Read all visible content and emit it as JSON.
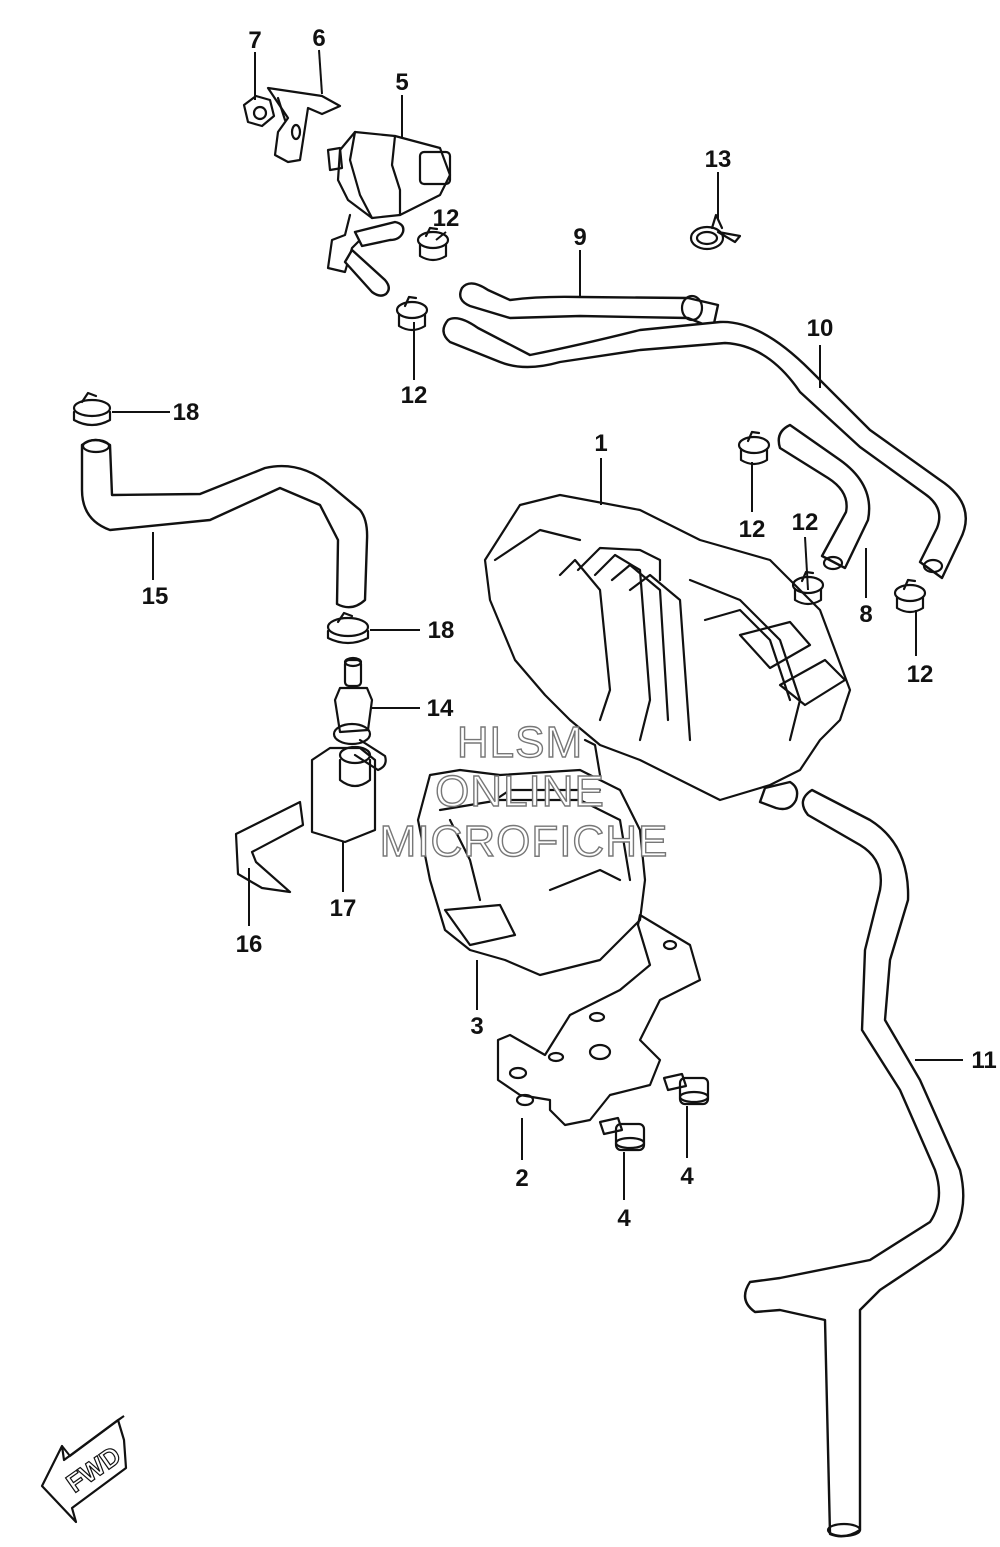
{
  "watermark": {
    "line1": "HLSM",
    "line2": "ONLINE",
    "line3": "MICROFICHE"
  },
  "fwd_label": "FWD",
  "callouts": {
    "c1": "1",
    "c2": "2",
    "c3": "3",
    "c4a": "4",
    "c4b": "4",
    "c5": "5",
    "c6": "6",
    "c7": "7",
    "c8": "8",
    "c9": "9",
    "c10": "10",
    "c11": "11",
    "c12a": "12",
    "c12b": "12",
    "c12c": "12",
    "c12d": "12",
    "c12e": "12",
    "c13": "13",
    "c14": "14",
    "c15": "15",
    "c16": "16",
    "c17": "17",
    "c18a": "18",
    "c18b": "18"
  }
}
